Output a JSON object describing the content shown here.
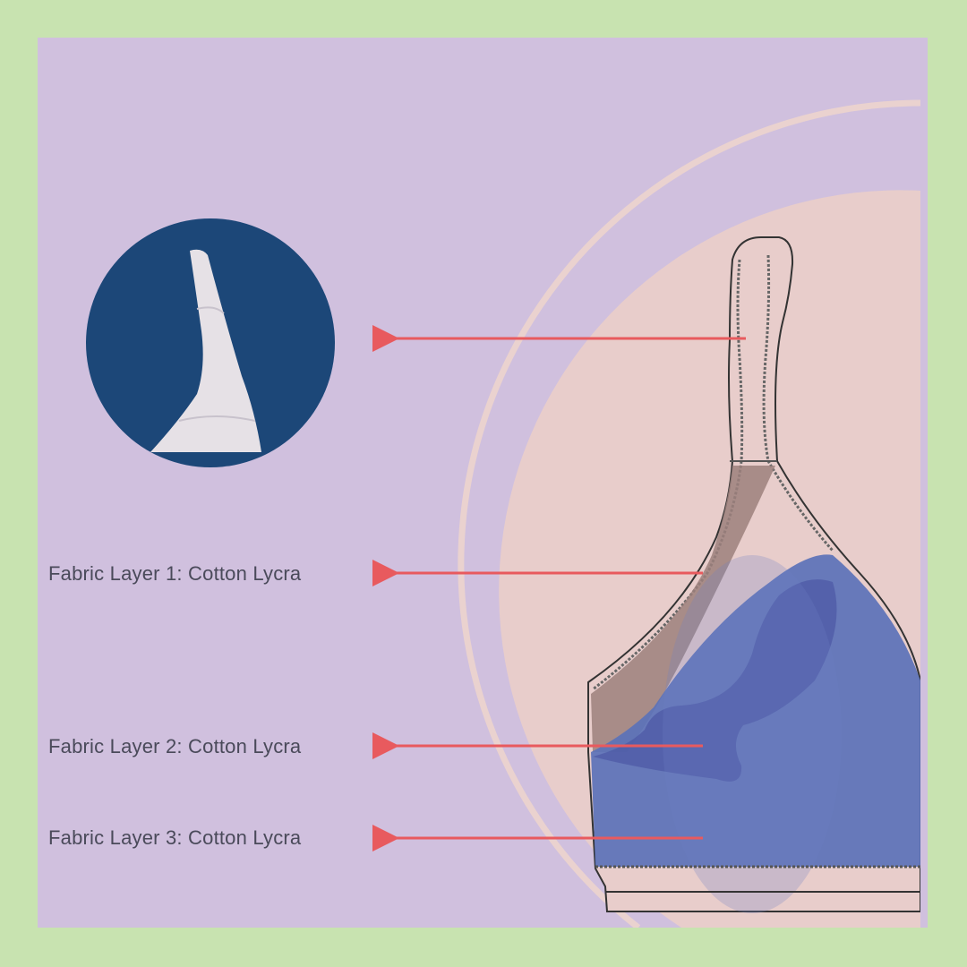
{
  "labels": [
    {
      "text": "Fabric Layer 1: Cotton Lycra"
    },
    {
      "text": "Fabric Layer 2: Cotton Lycra"
    },
    {
      "text": "Fabric Layer 3: Cotton Lycra"
    }
  ],
  "colors": {
    "border": "#c8e3b0",
    "background": "#d0c0de",
    "accent_circle": "#e8cdcb",
    "inset_circle": "#1c4778",
    "arrow": "#e85a5e",
    "layer1": "#9c807c",
    "layer2": "#5566ac",
    "layer3": "#5b72b8"
  }
}
